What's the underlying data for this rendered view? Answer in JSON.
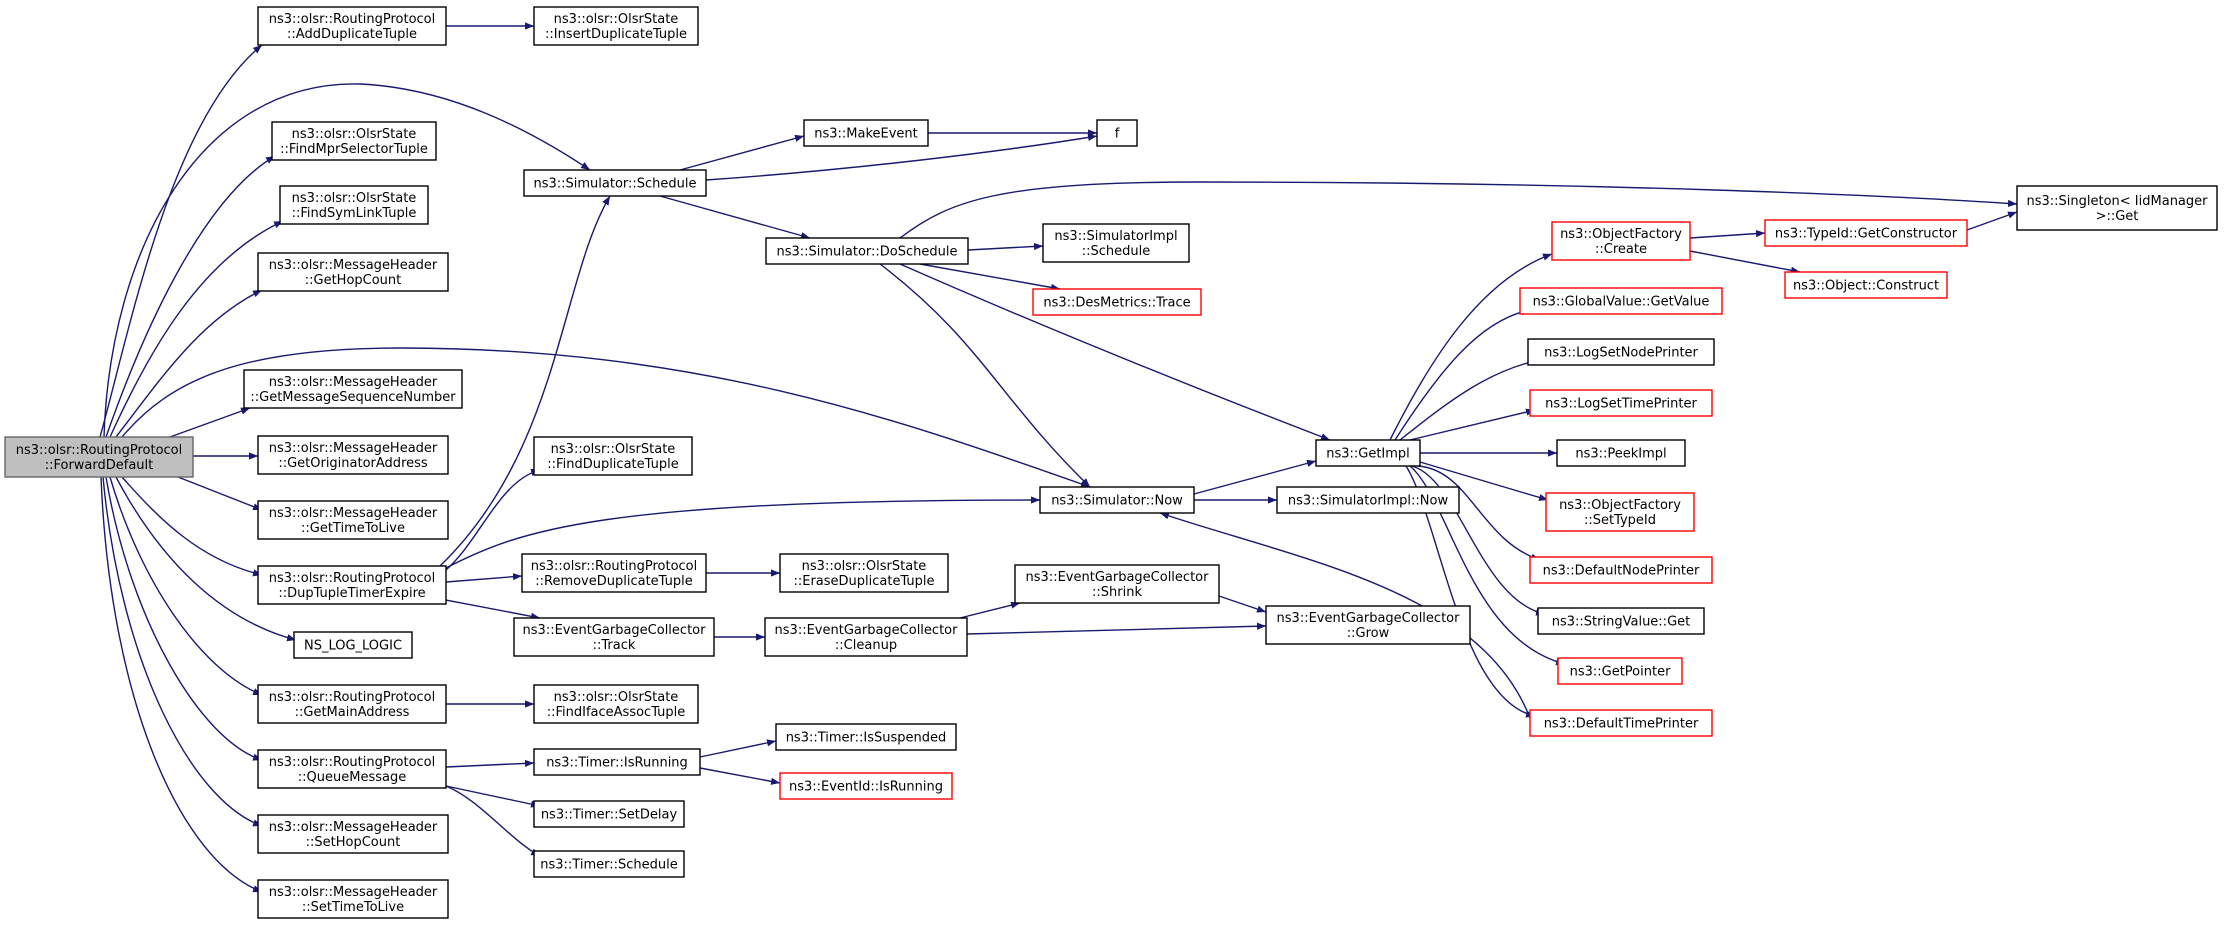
{
  "graph": {
    "edge_color": "#191970",
    "root_fill": "#bfbfbf",
    "red_border": "#ff0000",
    "nodes": {
      "forward_default": {
        "lines": [
          "ns3::olsr::RoutingProtocol",
          "::ForwardDefault"
        ],
        "style": "root"
      },
      "add_dup_tuple": {
        "lines": [
          "ns3::olsr::RoutingProtocol",
          "::AddDuplicateTuple"
        ],
        "style": "normal"
      },
      "insert_dup_tuple": {
        "lines": [
          "ns3::olsr::OlsrState",
          "::InsertDuplicateTuple"
        ],
        "style": "normal"
      },
      "find_mpr_selector": {
        "lines": [
          "ns3::olsr::OlsrState",
          "::FindMprSelectorTuple"
        ],
        "style": "normal"
      },
      "find_sym_link": {
        "lines": [
          "ns3::olsr::OlsrState",
          "::FindSymLinkTuple"
        ],
        "style": "normal"
      },
      "get_hop_count": {
        "lines": [
          "ns3::olsr::MessageHeader",
          "::GetHopCount"
        ],
        "style": "normal"
      },
      "get_msg_seq": {
        "lines": [
          "ns3::olsr::MessageHeader",
          "::GetMessageSequenceNumber"
        ],
        "style": "normal"
      },
      "get_originator": {
        "lines": [
          "ns3::olsr::MessageHeader",
          "::GetOriginatorAddress"
        ],
        "style": "normal"
      },
      "get_ttl": {
        "lines": [
          "ns3::olsr::MessageHeader",
          "::GetTimeToLive"
        ],
        "style": "normal"
      },
      "dup_tuple_timer": {
        "lines": [
          "ns3::olsr::RoutingProtocol",
          "::DupTupleTimerExpire"
        ],
        "style": "normal"
      },
      "ns_log_logic": {
        "lines": [
          "NS_LOG_LOGIC"
        ],
        "style": "normal"
      },
      "get_main_address": {
        "lines": [
          "ns3::olsr::RoutingProtocol",
          "::GetMainAddress"
        ],
        "style": "normal"
      },
      "queue_message": {
        "lines": [
          "ns3::olsr::RoutingProtocol",
          "::QueueMessage"
        ],
        "style": "normal"
      },
      "set_hop_count": {
        "lines": [
          "ns3::olsr::MessageHeader",
          "::SetHopCount"
        ],
        "style": "normal"
      },
      "set_ttl": {
        "lines": [
          "ns3::olsr::MessageHeader",
          "::SetTimeToLive"
        ],
        "style": "normal"
      },
      "sim_schedule": {
        "lines": [
          "ns3::Simulator::Schedule"
        ],
        "style": "normal"
      },
      "find_dup_tuple": {
        "lines": [
          "ns3::olsr::OlsrState",
          "::FindDuplicateTuple"
        ],
        "style": "normal"
      },
      "remove_dup_tuple": {
        "lines": [
          "ns3::olsr::RoutingProtocol",
          "::RemoveDuplicateTuple"
        ],
        "style": "normal"
      },
      "egc_track": {
        "lines": [
          "ns3::EventGarbageCollector",
          "::Track"
        ],
        "style": "normal"
      },
      "find_iface_assoc": {
        "lines": [
          "ns3::olsr::OlsrState",
          "::FindIfaceAssocTuple"
        ],
        "style": "normal"
      },
      "timer_is_running": {
        "lines": [
          "ns3::Timer::IsRunning"
        ],
        "style": "normal"
      },
      "timer_set_delay": {
        "lines": [
          "ns3::Timer::SetDelay"
        ],
        "style": "normal"
      },
      "timer_schedule": {
        "lines": [
          "ns3::Timer::Schedule"
        ],
        "style": "normal"
      },
      "make_event": {
        "lines": [
          "ns3::MakeEvent"
        ],
        "style": "normal"
      },
      "sim_do_schedule": {
        "lines": [
          "ns3::Simulator::DoSchedule"
        ],
        "style": "normal"
      },
      "erase_dup_tuple": {
        "lines": [
          "ns3::olsr::OlsrState",
          "::EraseDuplicateTuple"
        ],
        "style": "normal"
      },
      "egc_cleanup": {
        "lines": [
          "ns3::EventGarbageCollector",
          "::Cleanup"
        ],
        "style": "normal"
      },
      "timer_is_suspended": {
        "lines": [
          "ns3::Timer::IsSuspended"
        ],
        "style": "normal"
      },
      "eventid_is_running": {
        "lines": [
          "ns3::EventId::IsRunning"
        ],
        "style": "red"
      },
      "f": {
        "lines": [
          "f"
        ],
        "style": "normal"
      },
      "simimpl_schedule": {
        "lines": [
          "ns3::SimulatorImpl",
          "::Schedule"
        ],
        "style": "normal"
      },
      "desmetrics_trace": {
        "lines": [
          "ns3::DesMetrics::Trace"
        ],
        "style": "red"
      },
      "egc_shrink": {
        "lines": [
          "ns3::EventGarbageCollector",
          "::Shrink"
        ],
        "style": "normal"
      },
      "sim_now": {
        "lines": [
          "ns3::Simulator::Now"
        ],
        "style": "normal"
      },
      "simimpl_now": {
        "lines": [
          "ns3::SimulatorImpl::Now"
        ],
        "style": "normal"
      },
      "egc_grow": {
        "lines": [
          "ns3::EventGarbageCollector",
          "::Grow"
        ],
        "style": "normal"
      },
      "get_impl": {
        "lines": [
          "ns3::GetImpl"
        ],
        "style": "normal"
      },
      "of_create": {
        "lines": [
          "ns3::ObjectFactory",
          "::Create"
        ],
        "style": "red"
      },
      "gv_get_value": {
        "lines": [
          "ns3::GlobalValue::GetValue"
        ],
        "style": "red"
      },
      "log_set_node_printer": {
        "lines": [
          "ns3::LogSetNodePrinter"
        ],
        "style": "normal"
      },
      "log_set_time_printer": {
        "lines": [
          "ns3::LogSetTimePrinter"
        ],
        "style": "red"
      },
      "peek_impl": {
        "lines": [
          "ns3::PeekImpl"
        ],
        "style": "normal"
      },
      "of_set_type_id": {
        "lines": [
          "ns3::ObjectFactory",
          "::SetTypeId"
        ],
        "style": "red"
      },
      "default_node_printer": {
        "lines": [
          "ns3::DefaultNodePrinter"
        ],
        "style": "red"
      },
      "string_value_get": {
        "lines": [
          "ns3::StringValue::Get"
        ],
        "style": "normal"
      },
      "get_pointer": {
        "lines": [
          "ns3::GetPointer"
        ],
        "style": "red"
      },
      "default_time_printer": {
        "lines": [
          "ns3::DefaultTimePrinter"
        ],
        "style": "red"
      },
      "typeid_get_constructor": {
        "lines": [
          "ns3::TypeId::GetConstructor"
        ],
        "style": "red"
      },
      "object_construct": {
        "lines": [
          "ns3::Object::Construct"
        ],
        "style": "red"
      },
      "singleton_get": {
        "lines": [
          "ns3::Singleton< IidManager",
          ">::Get"
        ],
        "style": "normal"
      }
    },
    "edges": [
      [
        "forward_default",
        "add_dup_tuple"
      ],
      [
        "forward_default",
        "sim_schedule"
      ],
      [
        "forward_default",
        "find_mpr_selector"
      ],
      [
        "forward_default",
        "find_sym_link"
      ],
      [
        "forward_default",
        "get_hop_count"
      ],
      [
        "forward_default",
        "sim_now"
      ],
      [
        "forward_default",
        "get_msg_seq"
      ],
      [
        "forward_default",
        "get_originator"
      ],
      [
        "forward_default",
        "get_ttl"
      ],
      [
        "forward_default",
        "dup_tuple_timer"
      ],
      [
        "forward_default",
        "ns_log_logic"
      ],
      [
        "forward_default",
        "get_main_address"
      ],
      [
        "forward_default",
        "queue_message"
      ],
      [
        "forward_default",
        "set_hop_count"
      ],
      [
        "forward_default",
        "set_ttl"
      ],
      [
        "add_dup_tuple",
        "insert_dup_tuple"
      ],
      [
        "sim_schedule",
        "make_event"
      ],
      [
        "sim_schedule",
        "f"
      ],
      [
        "sim_schedule",
        "sim_do_schedule"
      ],
      [
        "make_event",
        "f"
      ],
      [
        "sim_do_schedule",
        "singleton_get"
      ],
      [
        "sim_do_schedule",
        "simimpl_schedule"
      ],
      [
        "sim_do_schedule",
        "desmetrics_trace"
      ],
      [
        "sim_do_schedule",
        "sim_now"
      ],
      [
        "sim_do_schedule",
        "get_impl"
      ],
      [
        "dup_tuple_timer",
        "sim_schedule"
      ],
      [
        "dup_tuple_timer",
        "find_dup_tuple"
      ],
      [
        "dup_tuple_timer",
        "sim_now"
      ],
      [
        "dup_tuple_timer",
        "remove_dup_tuple"
      ],
      [
        "dup_tuple_timer",
        "egc_track"
      ],
      [
        "remove_dup_tuple",
        "erase_dup_tuple"
      ],
      [
        "egc_track",
        "egc_cleanup"
      ],
      [
        "egc_cleanup",
        "egc_shrink"
      ],
      [
        "egc_cleanup",
        "egc_grow"
      ],
      [
        "egc_shrink",
        "egc_grow"
      ],
      [
        "get_main_address",
        "find_iface_assoc"
      ],
      [
        "queue_message",
        "timer_is_running"
      ],
      [
        "queue_message",
        "timer_set_delay"
      ],
      [
        "queue_message",
        "timer_schedule"
      ],
      [
        "timer_is_running",
        "timer_is_suspended"
      ],
      [
        "timer_is_running",
        "eventid_is_running"
      ],
      [
        "sim_now",
        "get_impl"
      ],
      [
        "sim_now",
        "simimpl_now"
      ],
      [
        "get_impl",
        "of_create"
      ],
      [
        "get_impl",
        "gv_get_value"
      ],
      [
        "get_impl",
        "log_set_node_printer"
      ],
      [
        "get_impl",
        "log_set_time_printer"
      ],
      [
        "get_impl",
        "peek_impl"
      ],
      [
        "get_impl",
        "of_set_type_id"
      ],
      [
        "get_impl",
        "default_node_printer"
      ],
      [
        "get_impl",
        "string_value_get"
      ],
      [
        "get_impl",
        "get_pointer"
      ],
      [
        "get_impl",
        "default_time_printer"
      ],
      [
        "default_time_printer",
        "sim_now"
      ],
      [
        "of_create",
        "typeid_get_constructor"
      ],
      [
        "of_create",
        "object_construct"
      ],
      [
        "typeid_get_constructor",
        "singleton_get"
      ]
    ]
  }
}
